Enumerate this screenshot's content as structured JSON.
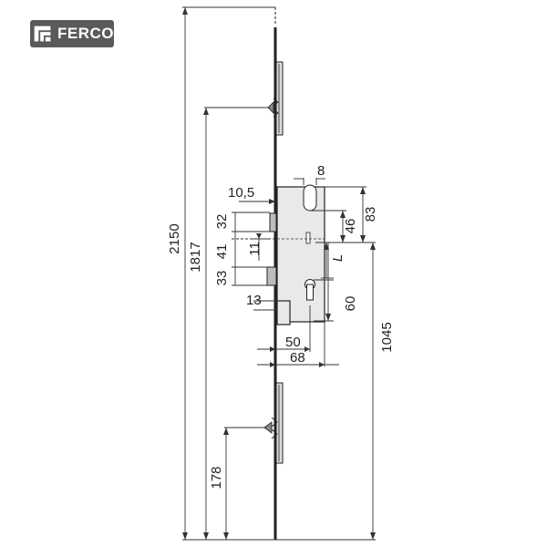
{
  "brand": {
    "name": "FERCO",
    "icon": "ferco-logo-icon",
    "color": "#5a5a5a"
  },
  "dimensions": {
    "overall_height": "2150",
    "upper_lock_height": "1817",
    "lower_lock_height": "178",
    "handle_height": "1045",
    "backset_top": "8",
    "faceplate_offset": "10,5",
    "top_to_follower": "83",
    "follower_to_center": "46",
    "latch_height": "32",
    "latch_to_center": "41",
    "center_mark": "11",
    "bolt_height": "33",
    "bolt_bottom": "13",
    "cylinder_distance": "60",
    "backset": "50",
    "case_depth": "68",
    "distance_mark": "L"
  }
}
